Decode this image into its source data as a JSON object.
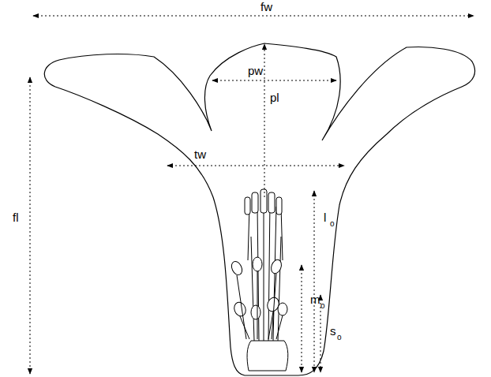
{
  "diagram": {
    "labels": [
      "fw",
      "pw",
      "pl",
      "tw",
      "fl",
      "l",
      "o",
      "m",
      "o",
      "s",
      "o"
    ]
  }
}
